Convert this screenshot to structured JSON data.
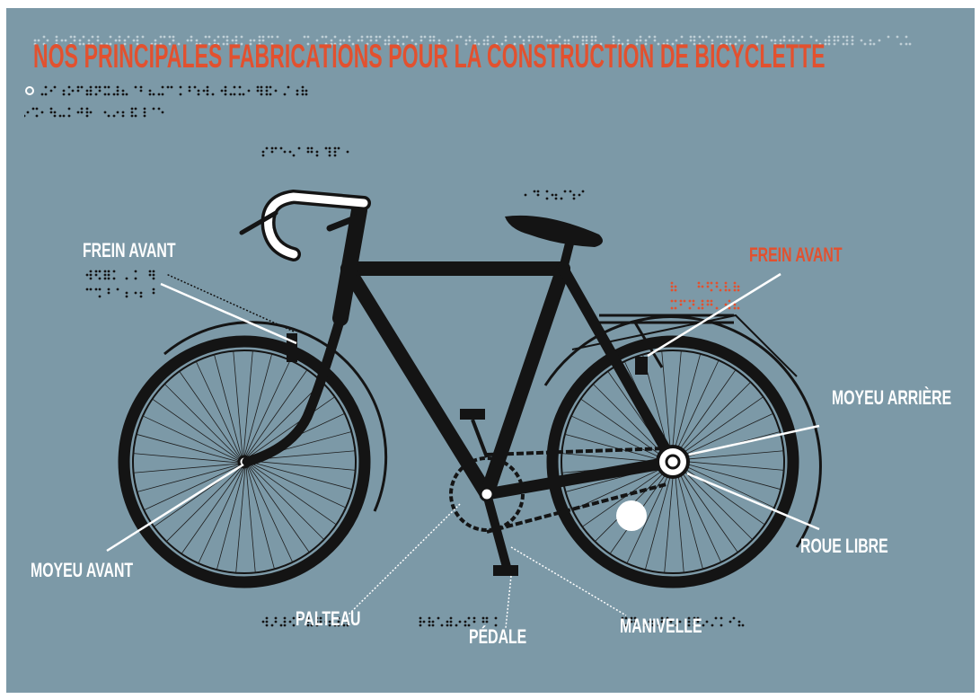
{
  "title": "NOS PRINCIPALES FABRICATIONS POUR LA CONSTRUCTION DE BICYCLETTE",
  "labels": {
    "frein_avant_left": "FREIN AVANT",
    "frein_avant_right": "FREIN AVANT",
    "moyeu_arriere": "MOYEU ARRIÈRE",
    "roue_libre": "ROUE LIBRE",
    "moyeu_avant": "MOYEU AVANT",
    "palteau": "PALTEAU",
    "pedale": "PÉDALE",
    "manivelle": "MANIVELLE"
  },
  "colors": {
    "background": "#7c99a7",
    "title": "#e2512f",
    "labels": "#ffffff",
    "highlight": "#e2512f",
    "bike": "#141414"
  }
}
